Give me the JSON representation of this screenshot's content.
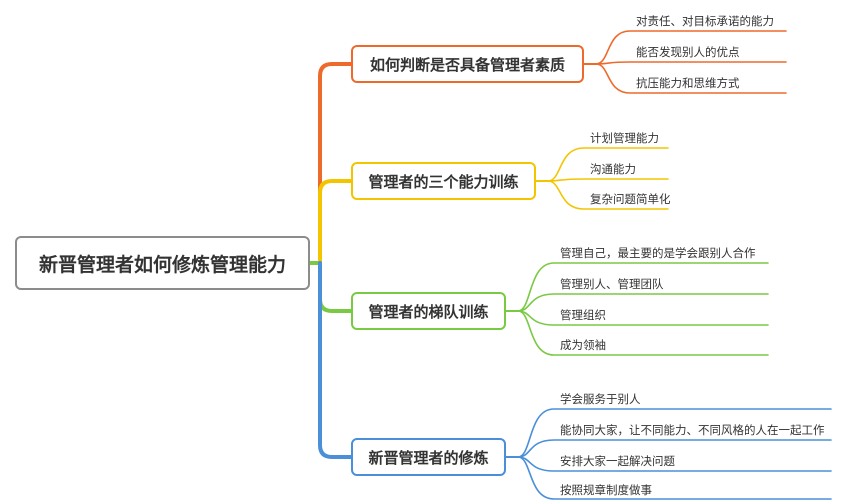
{
  "root": {
    "label": "新晋管理者如何修炼管理能力"
  },
  "branches": [
    {
      "label": "如何判断是否具备管理者素质",
      "color": "#ee6a2c",
      "leaves": [
        "对责任、对目标承诺的能力",
        "能否发现别人的优点",
        "抗压能力和思维方式"
      ]
    },
    {
      "label": "管理者的三个能力训练",
      "color": "#f2c500",
      "leaves": [
        "计划管理能力",
        "沟通能力",
        "复杂问题简单化"
      ]
    },
    {
      "label": "管理者的梯队训练",
      "color": "#7ac943",
      "leaves": [
        "管理自己，最主要的是学会跟别人合作",
        "管理别人、管理团队",
        "管理组织",
        "成为领袖"
      ]
    },
    {
      "label": "新晋管理者的修炼",
      "color": "#4a8fd8",
      "leaves": [
        "学会服务于别人",
        "能协同大家，让不同能力、不同风格的人在一起工作",
        "安排大家一起解决问题",
        "按照规章制度做事"
      ]
    }
  ]
}
